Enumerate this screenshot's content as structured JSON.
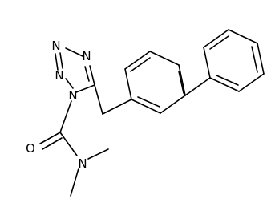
{
  "molecule": {
    "atoms": [
      {
        "id": "n_a",
        "label": "N"
      },
      {
        "id": "n_b",
        "label": "N"
      },
      {
        "id": "n_c",
        "label": "N"
      },
      {
        "id": "n_d",
        "label": "N"
      },
      {
        "id": "o_carbonyl",
        "label": "O"
      },
      {
        "id": "n_amide",
        "label": "N"
      }
    ],
    "colors": {
      "bond": "#000000",
      "label": "#000000",
      "background": "#ffffff"
    }
  }
}
